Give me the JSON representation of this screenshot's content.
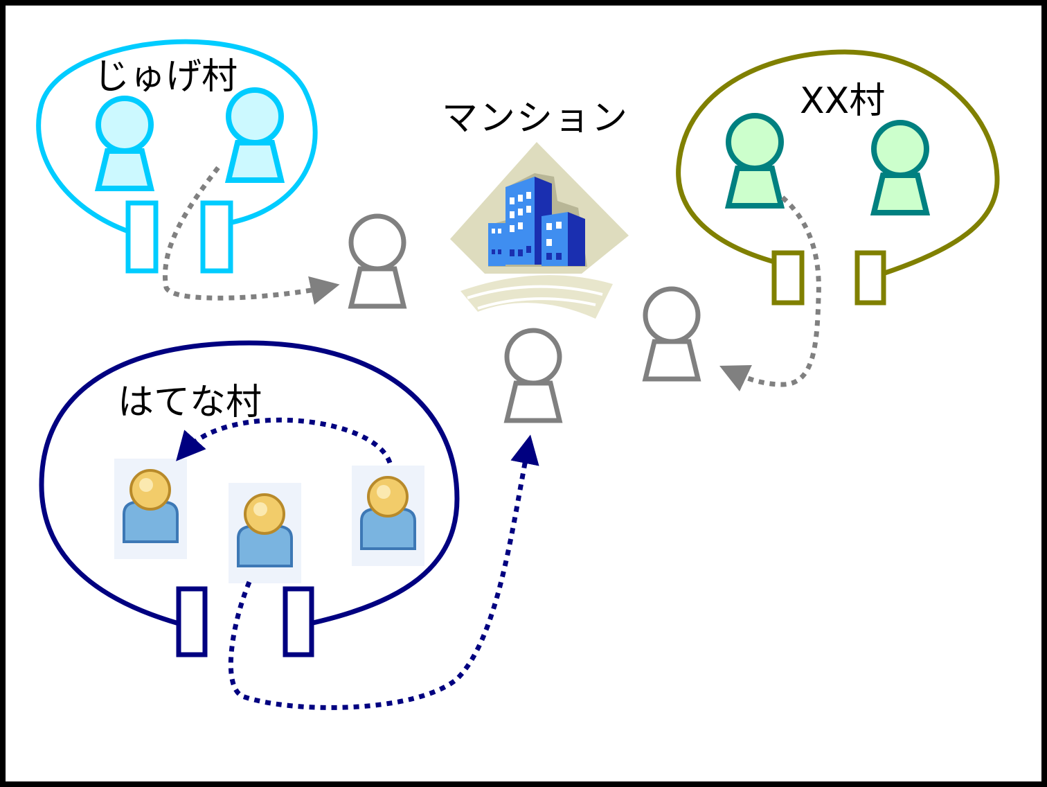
{
  "villages": [
    {
      "name": "じゅげ村",
      "color": "#00ccff",
      "person_fill": "#ccf9ff"
    },
    {
      "name": "XX村",
      "color": "#808000",
      "person_stroke": "#008080",
      "person_fill": "#ccffcc"
    },
    {
      "name": "はてな村",
      "color": "#000080"
    }
  ],
  "mansion": {
    "label": "マンション",
    "icon": "apartment-building-icon"
  },
  "colors": {
    "outsider": "#808080",
    "border": "#000000"
  }
}
